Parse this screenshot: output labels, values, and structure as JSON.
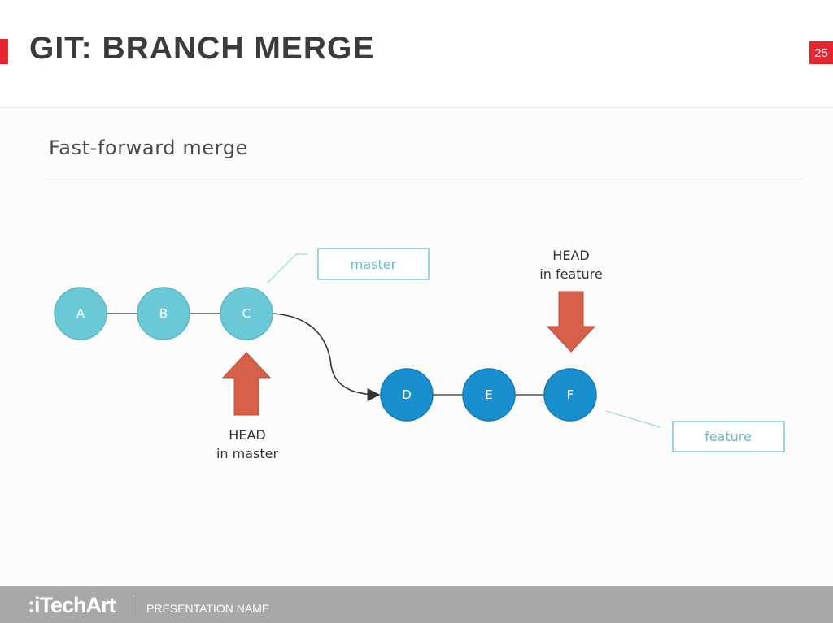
{
  "header": {
    "title": "GIT: BRANCH MERGE",
    "page_number": "25"
  },
  "diagram": {
    "subtitle": "Fast-forward merge",
    "nodes": [
      {
        "label": "A",
        "color": "#6bc8d6"
      },
      {
        "label": "B",
        "color": "#6bc8d6"
      },
      {
        "label": "C",
        "color": "#6bc8d6"
      },
      {
        "label": "D",
        "color": "#1a8fd0"
      },
      {
        "label": "E",
        "color": "#1a8fd0"
      },
      {
        "label": "F",
        "color": "#1a8fd0"
      }
    ],
    "branch_boxes": {
      "master": "master",
      "feature": "feature"
    },
    "head_master": {
      "line1": "HEAD",
      "line2": "in master"
    },
    "head_feature": {
      "line1": "HEAD",
      "line2": "in feature"
    },
    "colors": {
      "arrow": "#d6604a",
      "arrow_stroke": "#c24a35",
      "box_border": "#7fc6d3",
      "edge": "#333333"
    }
  },
  "footer": {
    "logo": ":iTechArt",
    "presentation_name": "PRESENTATION NAME"
  }
}
